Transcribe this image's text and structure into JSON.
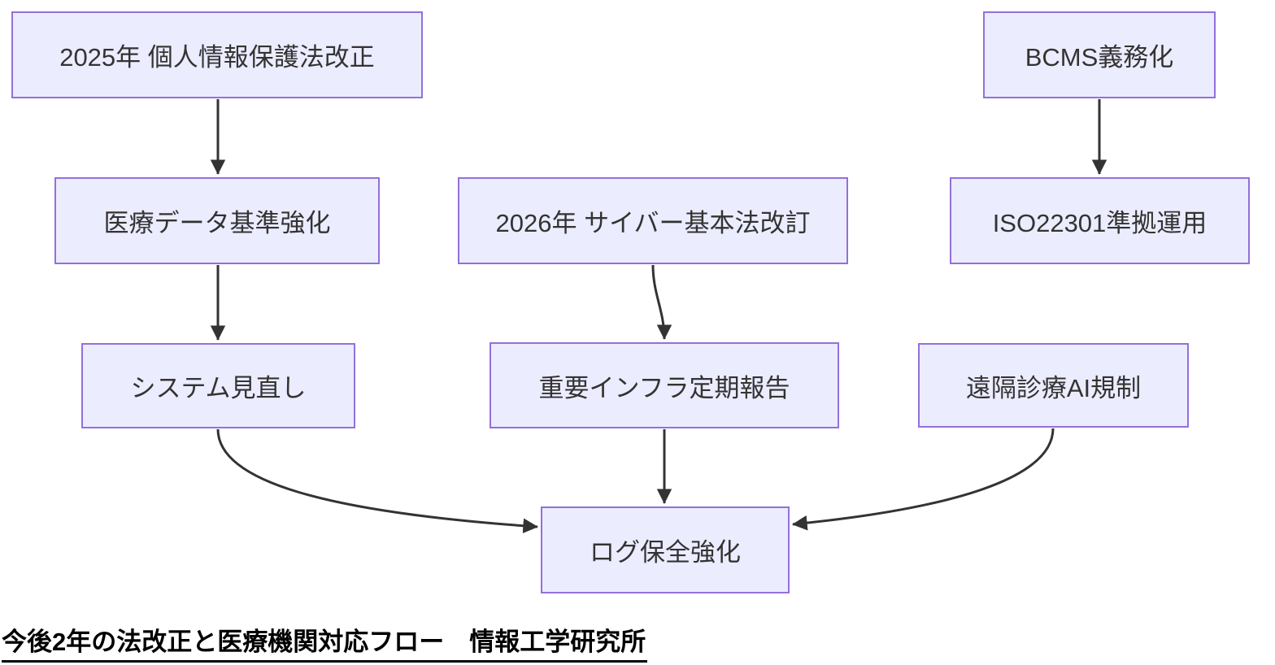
{
  "diagram": {
    "type": "flowchart",
    "direction": "top-down",
    "nodes": [
      {
        "id": "A",
        "label": "2025年 個人情報保護法改正"
      },
      {
        "id": "B",
        "label": "医療データ基準強化"
      },
      {
        "id": "C",
        "label": "システム見直し"
      },
      {
        "id": "D",
        "label": "2026年 サイバー基本法改訂"
      },
      {
        "id": "E",
        "label": "重要インフラ定期報告"
      },
      {
        "id": "F",
        "label": "BCMS義務化"
      },
      {
        "id": "G",
        "label": "ISO22301準拠運用"
      },
      {
        "id": "H",
        "label": "遠隔診療AI規制"
      },
      {
        "id": "I",
        "label": "ログ保全強化"
      }
    ],
    "edges": [
      {
        "from": "A",
        "to": "B"
      },
      {
        "from": "B",
        "to": "C"
      },
      {
        "from": "D",
        "to": "E"
      },
      {
        "from": "F",
        "to": "G"
      },
      {
        "from": "C",
        "to": "I"
      },
      {
        "from": "E",
        "to": "I"
      },
      {
        "from": "H",
        "to": "I"
      }
    ],
    "caption": "今後2年の法改正と医療機関対応フロー　情報工学研究所"
  },
  "colors": {
    "node_fill": "#ECECFF",
    "node_border": "#9370DB",
    "edge_color": "#333333",
    "node_text": "#333333",
    "caption_color": "#000000",
    "bg": "#FFFFFF"
  }
}
